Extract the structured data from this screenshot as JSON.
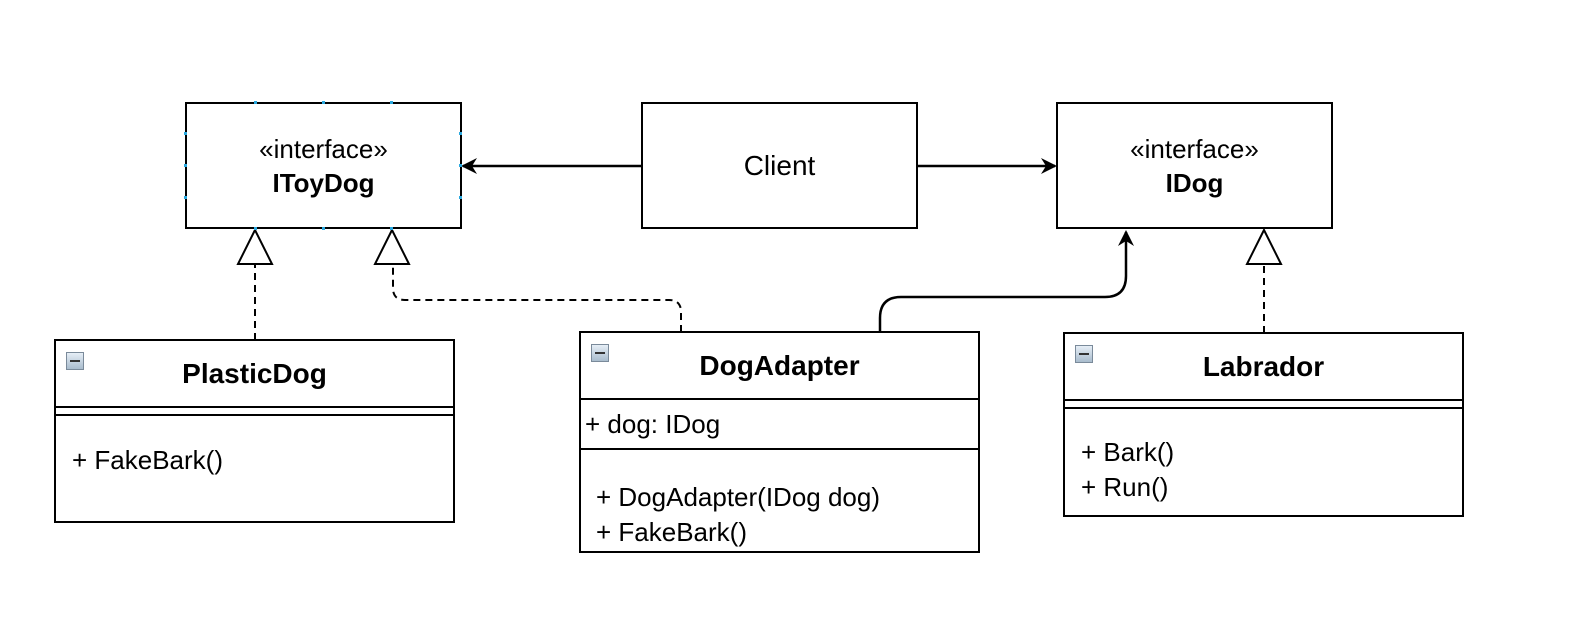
{
  "itoydog": {
    "stereotype": "«interface»",
    "name": "IToyDog"
  },
  "client": {
    "name": "Client"
  },
  "idog": {
    "stereotype": "«interface»",
    "name": "IDog"
  },
  "plasticdog": {
    "name": "PlasticDog",
    "methods": [
      "+ FakeBark()"
    ]
  },
  "dogadapter": {
    "name": "DogAdapter",
    "attributes": [
      "+ dog: IDog"
    ],
    "methods": [
      "+ DogAdapter(IDog dog)",
      "+ FakeBark()"
    ]
  },
  "labrador": {
    "name": "Labrador",
    "methods": [
      "+ Bark()",
      "+ Run()"
    ]
  },
  "colors": {
    "selection_handle": "#2aa9e0",
    "line": "#000000"
  },
  "icons": {
    "class_collapse": "collapse-icon"
  }
}
